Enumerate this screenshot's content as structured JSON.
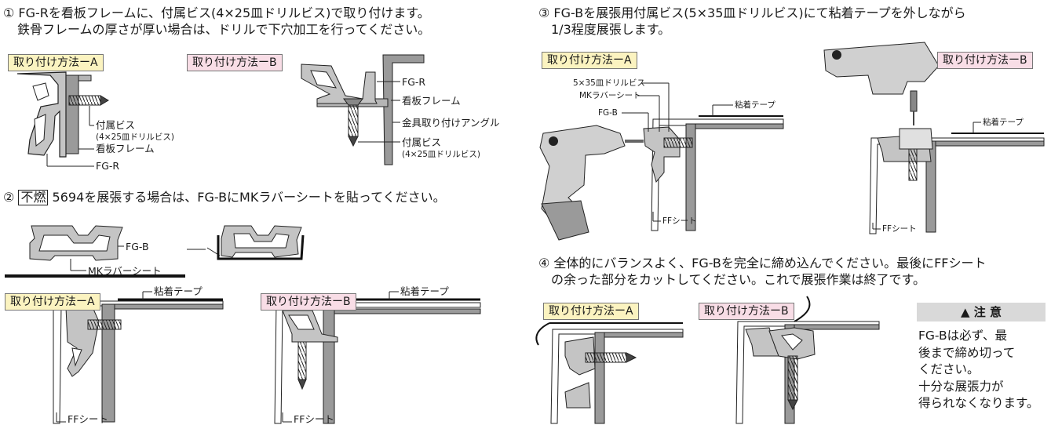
{
  "step1": {
    "line1": "① FG-Rを看板フレームに、付属ビス(4×25皿ドリルビス)で取り付けます。",
    "line2": "鉄骨フレームの厚さが厚い場合は、ドリルで下穴加工を行ってください。"
  },
  "step2": {
    "prefix": "②",
    "boxed": "不燃",
    "text": "5694を展張する場合は、FG-BにMKラバーシートを貼ってください。"
  },
  "step3": {
    "line1": "③ FG-Bを展張用付属ビス(5×35皿ドリルビス)にて粘着テープを外しながら",
    "line2": "1/3程度展張します。"
  },
  "step4": {
    "line1": "④ 全体的にバランスよく、FG-Bを完全に締め込んでください。最後にFFシート",
    "line2": "の余った部分をカットしてください。これで展張作業は終了です。"
  },
  "method_a": "取り付け方法ーA",
  "method_b": "取り付け方法ーB",
  "labels": {
    "fg_r": "FG-R",
    "fg_b": "FG-B",
    "fuzoku_bisu": "付属ビス",
    "bisu_spec": "(4×25皿ドリルビス)",
    "kanban_frame": "看板フレーム",
    "kanagu_angle": "金具取り付けアングル",
    "mk_rubber": "MKラバーシート",
    "nenchaku": "粘着テープ",
    "ff_sheet": "FFシート",
    "screw_5x35": "5×35皿ドリルビス"
  },
  "warning": {
    "title": "▲ 注 意",
    "lines": [
      "FG-Bは必ず、最",
      "後まで締め切って",
      "ください。",
      "十分な展張力が",
      "得られなくなります。"
    ]
  },
  "colors": {
    "tag_a": "#fbf3c0",
    "tag_b": "#f8dde6",
    "part_gray": "#b5b5b5",
    "frame_gray": "#9a9a9a"
  }
}
